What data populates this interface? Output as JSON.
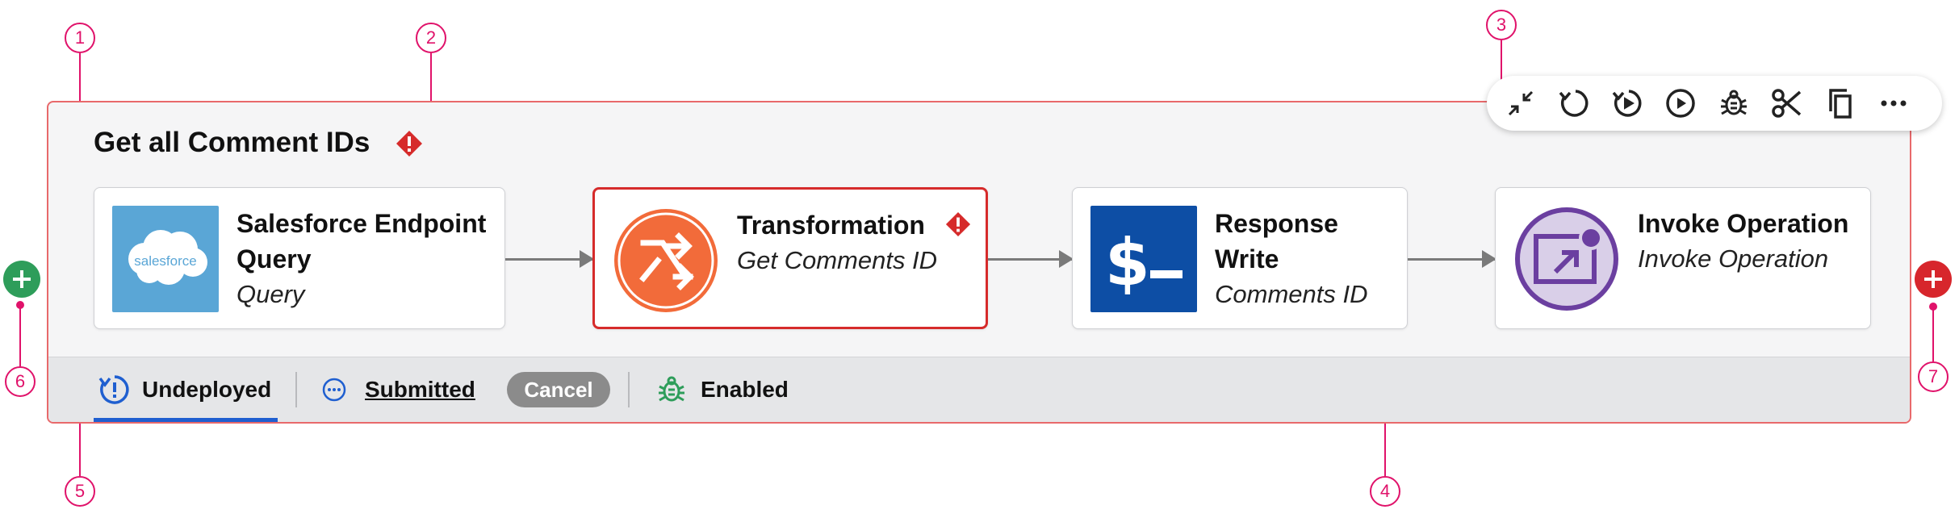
{
  "operation": {
    "title": "Get all Comment IDs"
  },
  "steps": [
    {
      "name": "Salesforce Endpoint Query",
      "sub": "Query",
      "icon": "salesforce-logo-icon",
      "logo_text": "salesforce",
      "color": "#5aa6d6"
    },
    {
      "name": "Transformation",
      "sub": "Get Comments ID",
      "icon": "shuffle-icon",
      "color": "#f26b3a",
      "status": "error"
    },
    {
      "name": "Response Write",
      "sub": "Comments ID",
      "icon": "terminal-icon",
      "color": "#0d4ea5"
    },
    {
      "name": "Invoke Operation",
      "sub": "Invoke Operation",
      "icon": "invoke-operation-icon",
      "color": "#6b3fa0"
    }
  ],
  "toolbar": [
    "collapse-icon",
    "redeploy-icon",
    "deploy-run-icon",
    "run-icon",
    "debug-icon",
    "cut-icon",
    "copy-icon",
    "more-icon"
  ],
  "footer": {
    "deploy_status": "Undeployed",
    "submit_status": "Submitted",
    "cancel_label": "Cancel",
    "debug_status": "Enabled"
  },
  "callouts": [
    "1",
    "2",
    "3",
    "4",
    "5",
    "6",
    "7"
  ],
  "colors": {
    "callout": "#e0126a",
    "error": "#d62b2b",
    "add_left": "#2e9d5a",
    "add_right": "#d7262c",
    "underline": "#1f5fd0"
  }
}
